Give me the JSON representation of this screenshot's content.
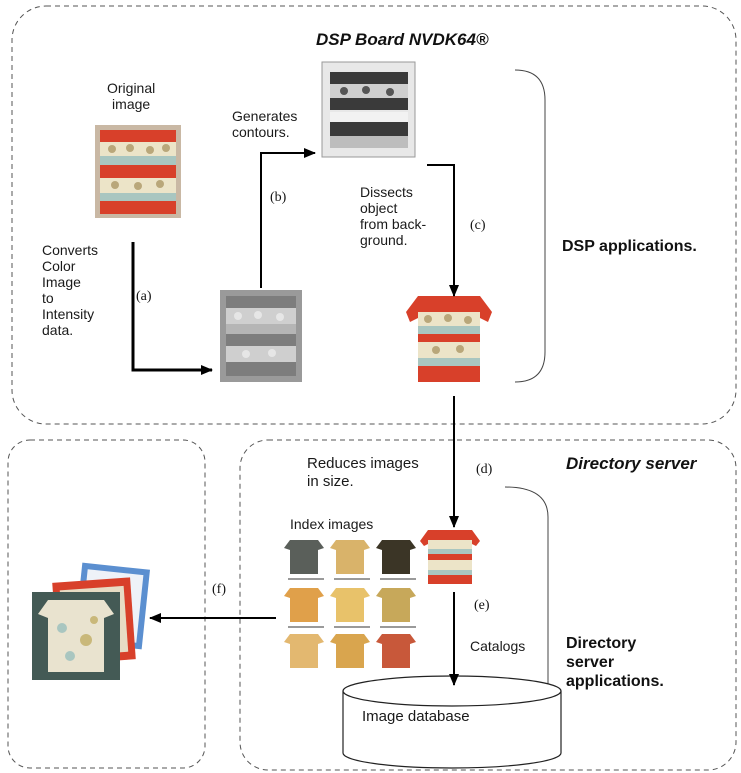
{
  "board_title": "DSP Board NVDK64®",
  "original_image_label": "Original\nimage",
  "generates_contours_label": "Generates\ncontours.",
  "dissects_label": "Dissects\nobject\nfrom back-\nground.",
  "converts_label": "Converts\nColor\nImage\nto\nIntensity\ndata.",
  "dsp_applications_label": "DSP applications.",
  "directory_server_title": "Directory server",
  "reduces_label": "Reduces images\n in size.",
  "index_images_label": "Index images",
  "catalogs_label": "Catalogs",
  "image_database_label": "Image database",
  "directory_apps_label": "Directory\nserver\napplications.",
  "steps": {
    "a": "(a)",
    "b": "(b)",
    "c": "(c)",
    "d": "(d)",
    "e": "(e)",
    "f": "(f)"
  },
  "colors": {
    "kimono_red": "#d8402a",
    "kimono_cream": "#ece4c8",
    "kimono_teal": "#a9c6c0",
    "gray_image": "#8c8c8c",
    "bw_image": "#3a3a3a",
    "index_gold": "#d9b36a"
  }
}
